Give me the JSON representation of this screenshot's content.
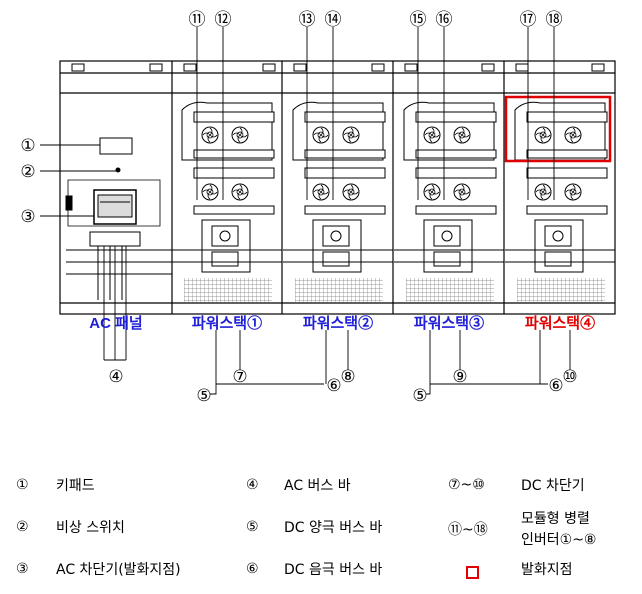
{
  "diagram": {
    "panel_labels": [
      {
        "text": "AC 패널",
        "color": "#1f1fd6"
      },
      {
        "text": "파워스택①",
        "color": "#1f1fd6"
      },
      {
        "text": "파워스택②",
        "color": "#1f1fd6"
      },
      {
        "text": "파워스택③",
        "color": "#1f1fd6"
      },
      {
        "text": "파워스택④",
        "color": "#e00000"
      }
    ],
    "callouts": [
      "①",
      "②",
      "③",
      "④",
      "⑤",
      "⑥",
      "⑦",
      "⑧",
      "⑨",
      "⑩",
      "⑪",
      "⑫",
      "⑬",
      "⑭",
      "⑮",
      "⑯",
      "⑰",
      "⑱"
    ],
    "bottom_callouts": [
      "④",
      "⑦",
      "⑧",
      "⑤",
      "⑥",
      "⑨",
      "⑩",
      "⑤",
      "⑥"
    ],
    "highlight_color": "#e00000"
  },
  "legend": {
    "col1": [
      {
        "num": "①",
        "text": "키패드"
      },
      {
        "num": "②",
        "text": "비상 스위치"
      },
      {
        "num": "③",
        "text": "AC 차단기(발화지점)"
      }
    ],
    "col2": [
      {
        "num": "④",
        "text": "AC 버스 바"
      },
      {
        "num": "⑤",
        "text": "DC 양극 버스 바"
      },
      {
        "num": "⑥",
        "text": "DC 음극 버스 바"
      }
    ],
    "col3": [
      {
        "num": "⑦~⑩",
        "text": "DC 차단기"
      },
      {
        "num": "⑪~⑱",
        "text": "모듈형 병렬"
      },
      {
        "num": "",
        "text": "인버터①~⑧"
      },
      {
        "num": "",
        "text": "발화지점"
      }
    ]
  }
}
